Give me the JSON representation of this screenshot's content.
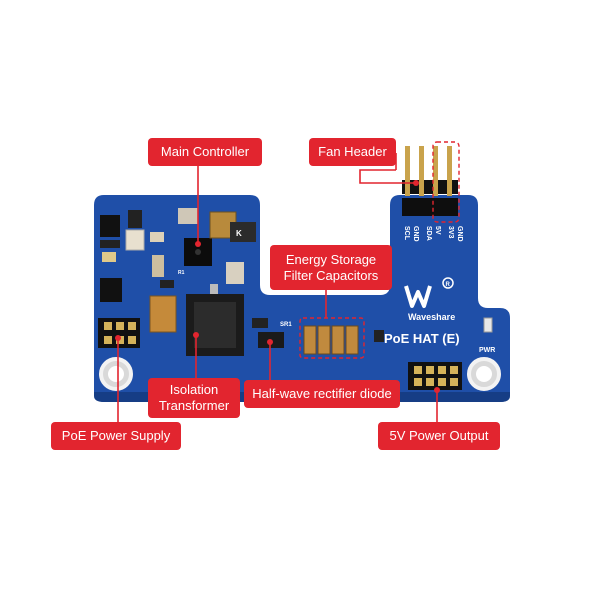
{
  "labels": {
    "main_controller": "Main Controller",
    "fan_header": "Fan Header",
    "energy_storage_line1": "Energy Storage",
    "energy_storage_line2": "Filter Capacitors",
    "isolation_line1": "Isolation",
    "isolation_line2": "Transformer",
    "rectifier": "Half-wave rectifier diode",
    "poe_supply": "PoE Power Supply",
    "power_output": "5V Power Output"
  },
  "board": {
    "brand": "Waveshare",
    "product": "PoE HAT (E)",
    "pwr": "PWR",
    "pins_left": [
      "SCL",
      "SDA",
      "3V3"
    ],
    "pins_right": [
      "GND",
      "5V",
      "GND"
    ],
    "pin_ids": [
      "R1",
      "SR1"
    ]
  },
  "colors": {
    "board": "#1f4fa8",
    "label": "#e2252f",
    "leader": "#e2252f"
  }
}
